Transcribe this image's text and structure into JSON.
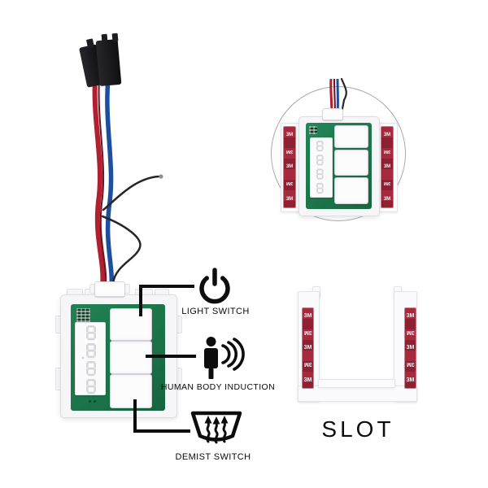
{
  "callouts": {
    "light": {
      "label": "LIGHT SWITCH",
      "icon": "power-icon"
    },
    "induction": {
      "label": "HUMAN BODY INDUCTION",
      "icon": "human-body-induction-icon"
    },
    "demist": {
      "label": "DEMIST SWITCH",
      "icon": "demist-icon"
    }
  },
  "slot": {
    "label": "SLOT"
  },
  "adhesive": {
    "brand_mark": "3M"
  },
  "display": {
    "digits": "8888"
  },
  "colors": {
    "pcb_green": "#1e7a4b",
    "wire_red": "#b02030",
    "wire_blue": "#1d4f9e",
    "wire_black": "#262626",
    "adhesive_red": "#9e2136",
    "annotation_black": "#0d0d0d"
  }
}
